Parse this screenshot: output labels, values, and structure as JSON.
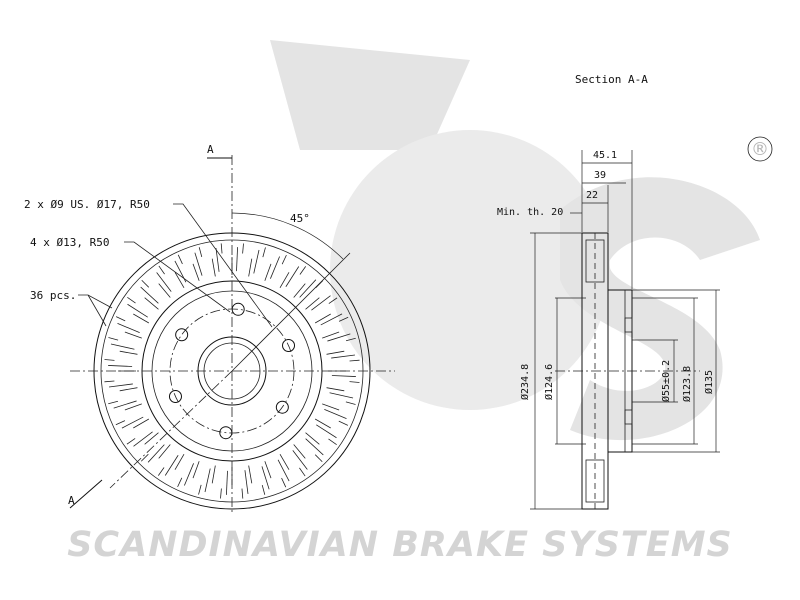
{
  "brand": {
    "logo_text": "sbs",
    "watermark": "SCANDINAVIAN BRAKE SYSTEMS",
    "registered_mark": "®"
  },
  "front_view": {
    "section_mark_top": "A",
    "section_mark_bottom": "A",
    "angle": "45°",
    "callouts": [
      "2 x Ø9 US. Ø17, R50",
      "4 x Ø13, R50",
      "36 pcs."
    ],
    "vent_count": 36,
    "hole_count": 6
  },
  "section_view": {
    "title": "Section A-A",
    "min_thickness": "Min. th. 20",
    "dims_horizontal": [
      "45.1",
      "39",
      "22"
    ],
    "dims_vertical": [
      "Ø234.8",
      "Ø124.6",
      "Ø55±0.2",
      "Ø123.8",
      "Ø135"
    ]
  },
  "colors": {
    "line": "#111111",
    "watermark": "#d4d4d4",
    "logo": "#e3e3e3"
  }
}
